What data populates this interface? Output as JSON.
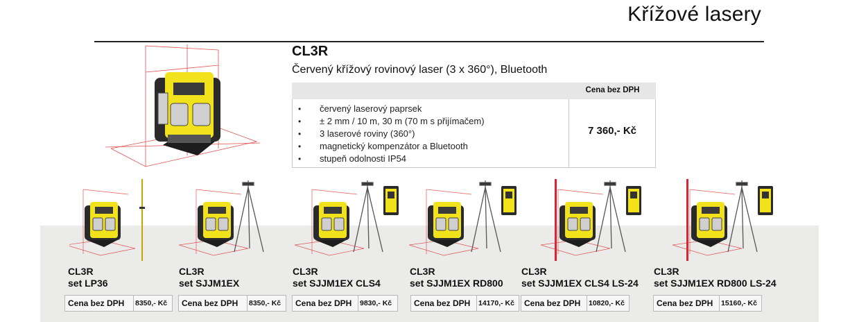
{
  "header": {
    "title": "Křížové lasery"
  },
  "product": {
    "name": "CL3R",
    "description": "Červený křížový rovinový laser (3 x 360°), Bluetooth",
    "price_header": "Cena bez DPH",
    "features": [
      "červený laserový paprsek",
      "± 2 mm / 10 m, 30 m (70 m s přijímačem)",
      "3 laserové roviny (360°)",
      "magnetický kompenzátor a Bluetooth",
      "stupeň odolnosti IP54"
    ],
    "price": "7 360,- Kč",
    "image_icon": "cross-laser-level-icon"
  },
  "variants": [
    {
      "line1": "CL3R",
      "line2": "set LP36",
      "price_label": "Cena bez DPH",
      "price": "8350,- Kč",
      "accessories": [
        "pole"
      ]
    },
    {
      "line1": "CL3R",
      "line2": "set SJJM1EX",
      "price_label": "Cena bez DPH",
      "price": "8350,- Kč",
      "accessories": [
        "tripod"
      ]
    },
    {
      "line1": "CL3R",
      "line2": "set SJJM1EX CLS4",
      "price_label": "Cena bez DPH",
      "price": "9830,- Kč",
      "accessories": [
        "receiver",
        "tripod"
      ]
    },
    {
      "line1": "CL3R",
      "line2": "set SJJM1EX RD800",
      "price_label": "Cena bez DPH",
      "price": "14170,- Kč",
      "accessories": [
        "receiver",
        "tripod"
      ]
    },
    {
      "line1": "CL3R",
      "line2": "set SJJM1EX CLS4 LS-24",
      "price_label": "Cena bez DPH",
      "price": "10820,- Kč",
      "accessories": [
        "rod",
        "receiver",
        "tripod"
      ]
    },
    {
      "line1": "CL3R",
      "line2": "set SJJM1EX RD800 LS-24",
      "price_label": "Cena bez DPH",
      "price": "15160,- Kč",
      "accessories": [
        "rod",
        "receiver",
        "tripod"
      ]
    }
  ],
  "colors": {
    "laser_body": "#f2e21b",
    "laser_dark": "#2a2a2a",
    "laser_line": "#e03030",
    "band": "#ebebea"
  }
}
